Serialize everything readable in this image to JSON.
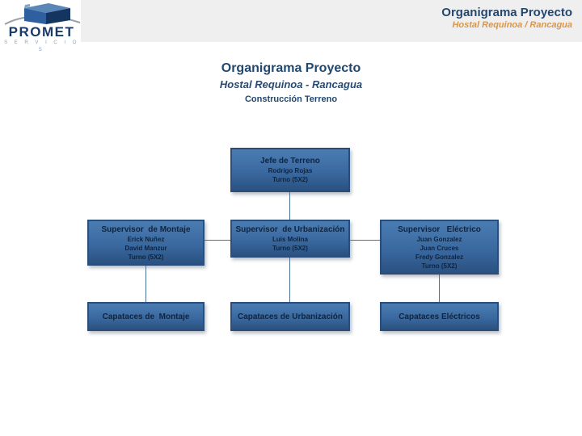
{
  "logo": {
    "name": "PROMET",
    "subtitle": "S E R V I C I O S"
  },
  "header": {
    "title": "Organigrama Proyecto",
    "subtitle": "Hostal Requinoa / Rancagua"
  },
  "page": {
    "title": "Organigrama Proyecto",
    "subtitle": "Hostal Requinoa - Rancagua",
    "section": "Construcción Terreno"
  },
  "colors": {
    "navy_title": "#24476f",
    "orange_subtitle": "#d9964a",
    "header_band": "#efefef",
    "box_fill_top": "#4a7cb2",
    "box_fill_bottom": "#2a5180",
    "box_border": "#2a4d79",
    "box_text": "#0e2440",
    "connector": "#4d7096"
  },
  "org": {
    "root": {
      "title": "Jefe de Terreno",
      "members": [
        "Rodrigo Rojas",
        "Turno (5X2)"
      ]
    },
    "columns": [
      {
        "supervisor": {
          "title": "Supervisor  de Montaje",
          "members": [
            "Erick Nuñez",
            "David Manzur",
            "Turno (5X2)"
          ]
        },
        "capataz": {
          "title": "Capataces de  Montaje"
        }
      },
      {
        "supervisor": {
          "title": "Supervisor  de Urbanización",
          "members": [
            "Luis Molina",
            "Turno (5X2)"
          ]
        },
        "capataz": {
          "title": "Capataces de Urbanización"
        }
      },
      {
        "supervisor": {
          "title": "Supervisor   Eléctrico",
          "members": [
            "Juan Gonzalez",
            "Juan Cruces",
            "Fredy Gonzalez",
            "Turno (5X2)"
          ]
        },
        "capataz": {
          "title": "Capataces Eléctricos"
        }
      }
    ]
  }
}
